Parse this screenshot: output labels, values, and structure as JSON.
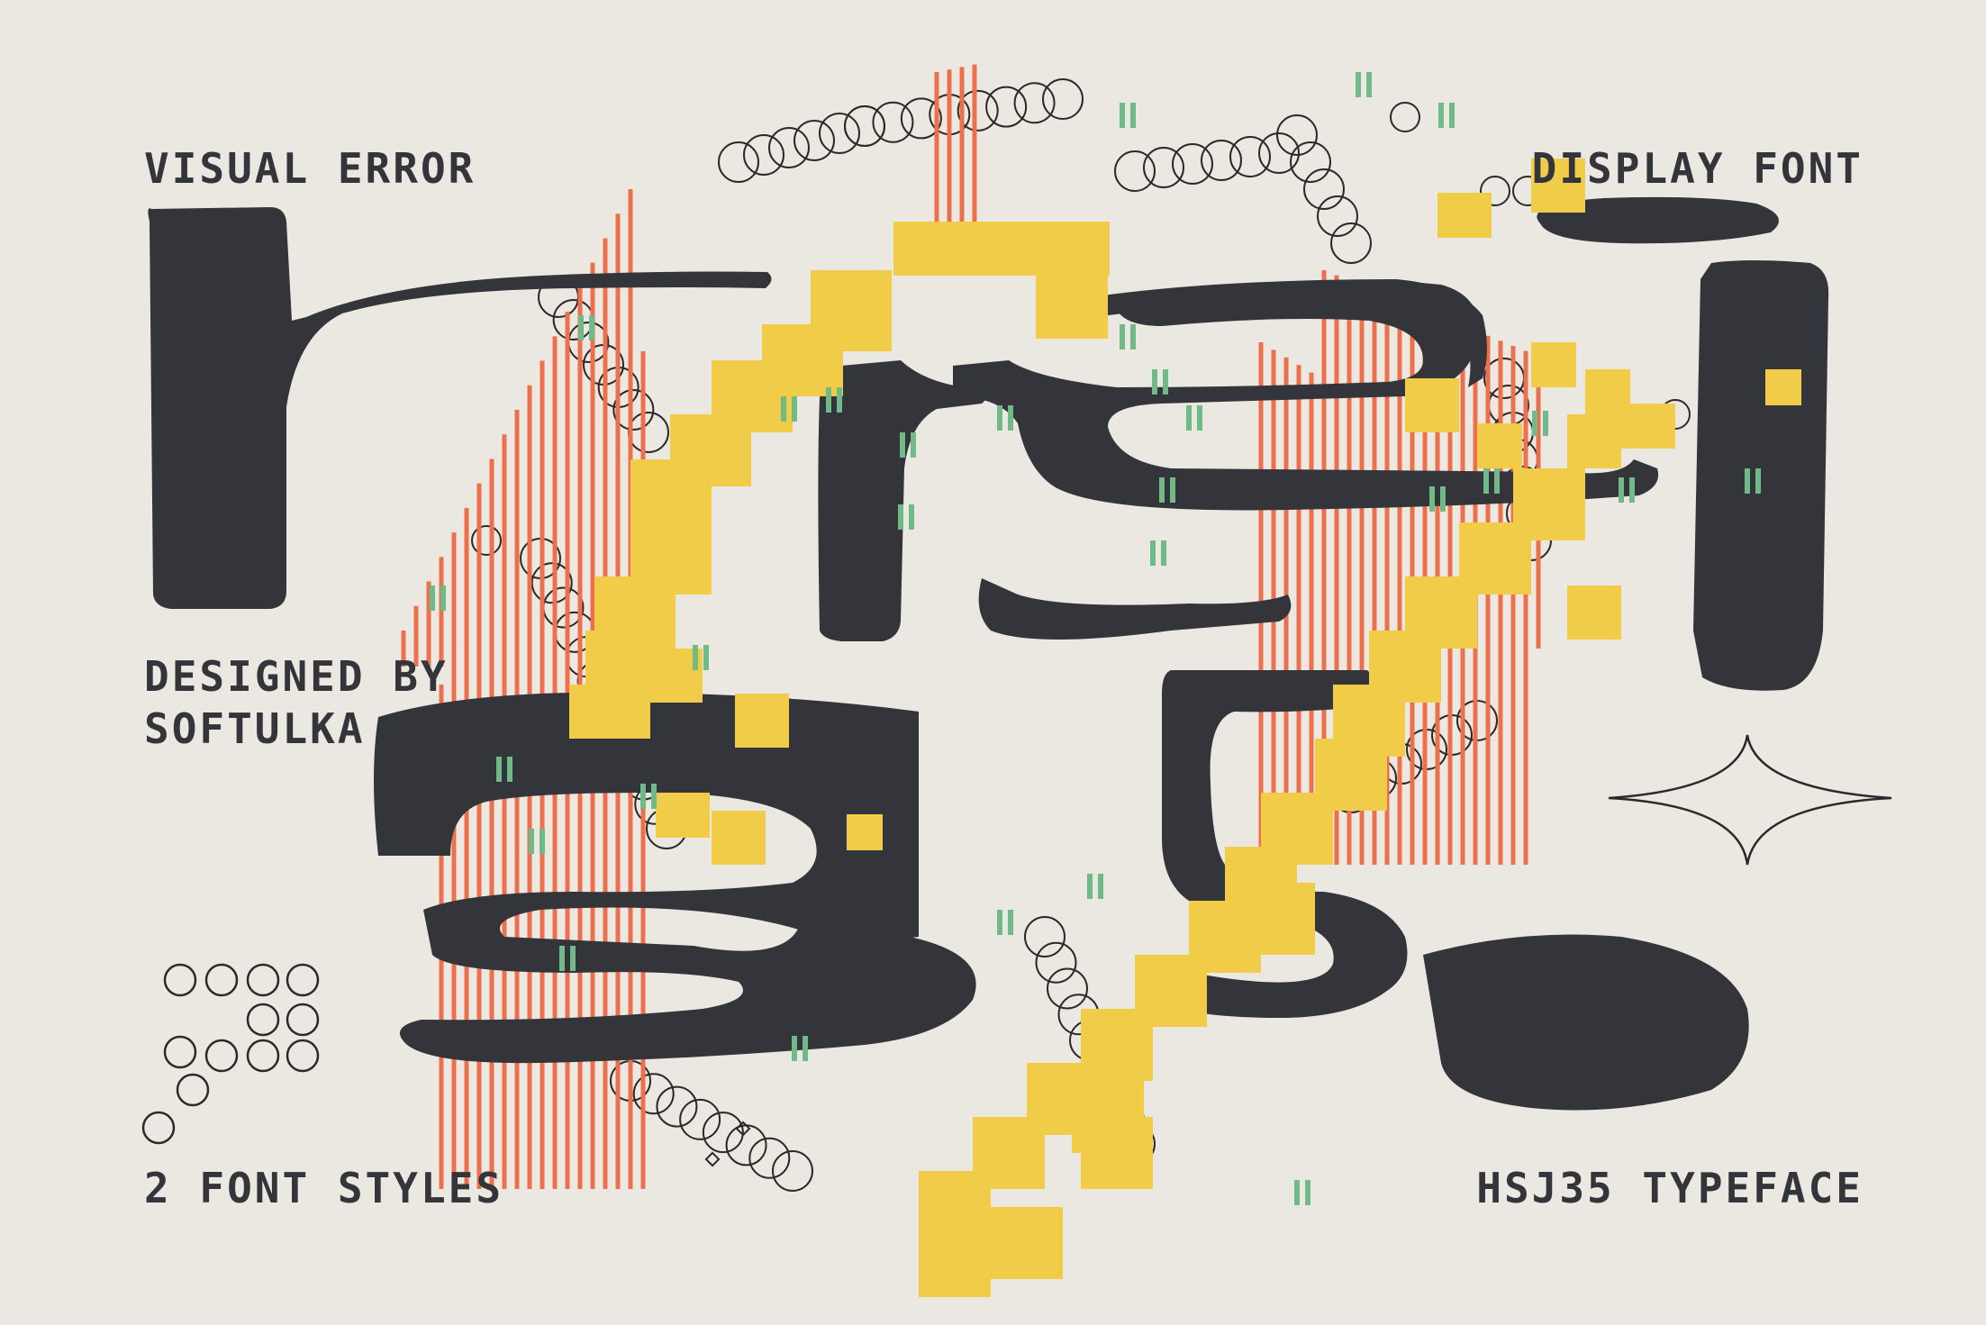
{
  "corners": {
    "top_left": "VISUAL ERROR",
    "top_right": "DISPLAY FONT",
    "designer_line1": "DESIGNED BY",
    "designer_line2": "SOFTULKA",
    "bottom_left": "2 FONT STYLES",
    "bottom_right": "HSJ35 TYPEFACE"
  },
  "artwork": {
    "glyphs": [
      "h",
      "s",
      "j",
      "3",
      "5"
    ]
  },
  "colors": {
    "paper": "#ebe8e2",
    "ink": "#33353a",
    "yellow": "#f1cc48",
    "orange": "#ee6f4b",
    "green": "#6fba86",
    "line": "#2a2a2a"
  }
}
